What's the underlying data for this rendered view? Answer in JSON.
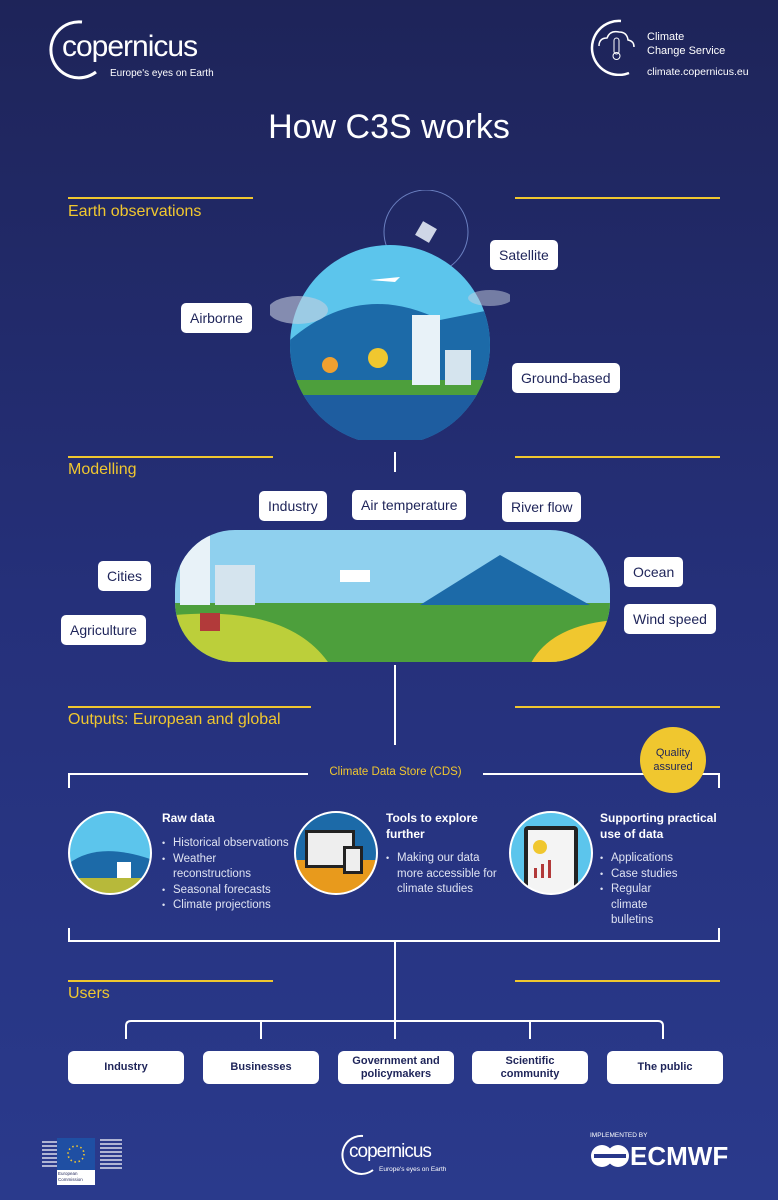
{
  "header": {
    "logo_brand": "copernicus",
    "logo_tagline": "Europe's eyes on Earth",
    "service_line1": "Climate",
    "service_line2": "Change Service",
    "service_url": "climate.copernicus.eu",
    "title": "How C3S works"
  },
  "earth_observations": {
    "heading": "Earth observations",
    "labels": {
      "satellite": "Satellite",
      "airborne": "Airborne",
      "ground_based": "Ground-based"
    }
  },
  "modelling": {
    "heading": "Modelling",
    "labels": {
      "industry": "Industry",
      "air_temperature": "Air temperature",
      "river_flow": "River flow",
      "cities": "Cities",
      "ocean": "Ocean",
      "agriculture": "Agriculture",
      "wind_speed": "Wind speed"
    }
  },
  "outputs": {
    "heading": "Outputs: European and global",
    "cds_label": "Climate Data Store (CDS)",
    "quality_badge": "Quality assured",
    "columns": [
      {
        "title": "Raw data",
        "items": [
          "Historical observations",
          "Weather reconstructions",
          "Seasonal forecasts",
          "Climate projections"
        ]
      },
      {
        "title": "Tools to explore further",
        "items": [
          "Making our data more accessible for climate studies"
        ]
      },
      {
        "title": "Supporting practical use of data",
        "items": [
          "Applications",
          "Case studies",
          "Regular climate bulletins"
        ]
      }
    ]
  },
  "users": {
    "heading": "Users",
    "items": [
      "Industry",
      "Businesses",
      "Government and policymakers",
      "Scientific community",
      "The public"
    ]
  },
  "footer": {
    "ec_label": "European Commission",
    "copernicus_tagline": "Europe's eyes on Earth",
    "implemented_by": "IMPLEMENTED BY",
    "ecmwf": "ECMWF"
  },
  "colors": {
    "accent": "#f0c72f",
    "background": "#25307a"
  }
}
